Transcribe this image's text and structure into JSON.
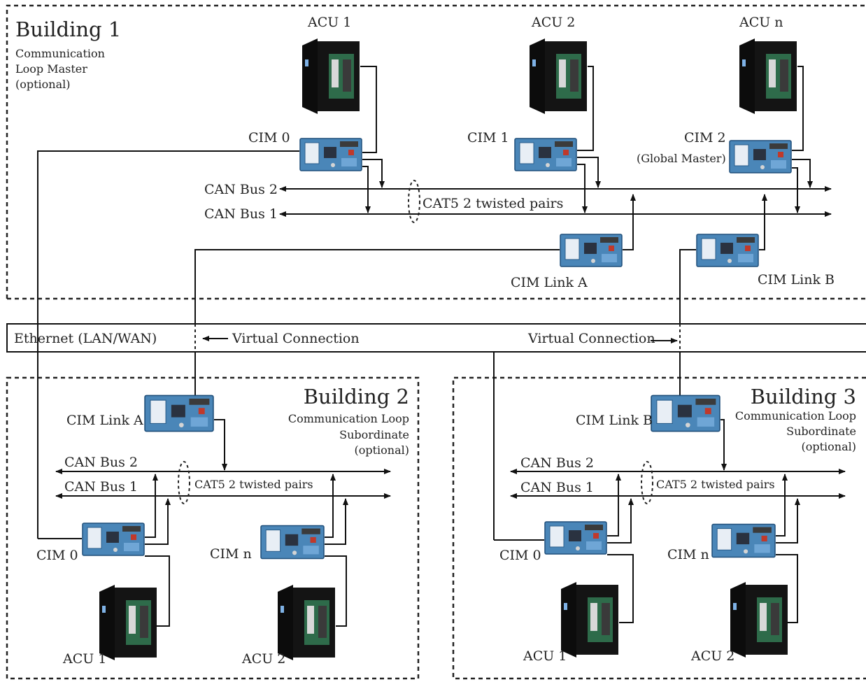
{
  "building1": {
    "title": "Building 1",
    "desc_lines": [
      "Communication",
      "Loop Master",
      "(optional)"
    ],
    "acu_labels": [
      "ACU 1",
      "ACU 2",
      "ACU n"
    ],
    "cim0": "CIM 0",
    "cim1": "CIM 1",
    "cim2": "CIM 2",
    "cim2_note": "(Global Master)",
    "can_bus_2": "CAN Bus 2",
    "can_bus_1": "CAN Bus 1",
    "cat5": "CAT5 2 twisted pairs",
    "cim_link_a": "CIM Link A",
    "cim_link_b": "CIM Link B"
  },
  "ethernet": {
    "label": "Ethernet (LAN/WAN)",
    "virtual_left": "Virtual Connection",
    "virtual_right": "Virtual Connection"
  },
  "building2": {
    "title": "Building 2",
    "desc_lines": [
      "Communication Loop",
      "Subordinate",
      "(optional)"
    ],
    "cim_link": "CIM Link A",
    "can_bus_2": "CAN Bus 2",
    "can_bus_1": "CAN Bus 1",
    "cat5": "CAT5 2 twisted pairs",
    "cim0": "CIM 0",
    "cimn": "CIM n",
    "acu1": "ACU 1",
    "acu2": "ACU 2"
  },
  "building3": {
    "title": "Building 3",
    "desc_lines": [
      "Communication Loop",
      "Subordinate",
      "(optional)"
    ],
    "cim_link": "CIM Link B",
    "can_bus_2": "CAN Bus 2",
    "can_bus_1": "CAN Bus 1",
    "cat5": "CAT5 2 twisted pairs",
    "cim0": "CIM 0",
    "cimn": "CIM n",
    "acu1": "ACU 1",
    "acu2": "ACU 2"
  }
}
